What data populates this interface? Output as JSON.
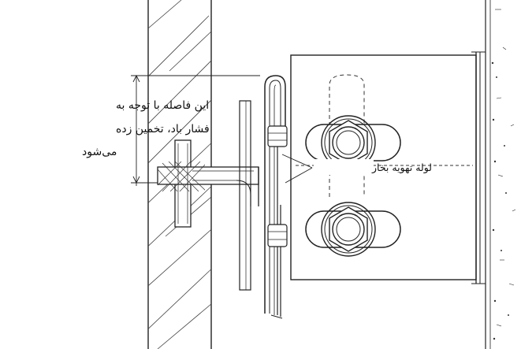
{
  "annotations": {
    "gap_note": {
      "line1": "این فاصله با توجه به",
      "line2": "فشار باد، تخمین زده",
      "line3": "می‌شود"
    },
    "vent_pipe_label": "لوله تهویه بخار"
  },
  "colors": {
    "ink": "#222222",
    "paper": "#ffffff"
  }
}
